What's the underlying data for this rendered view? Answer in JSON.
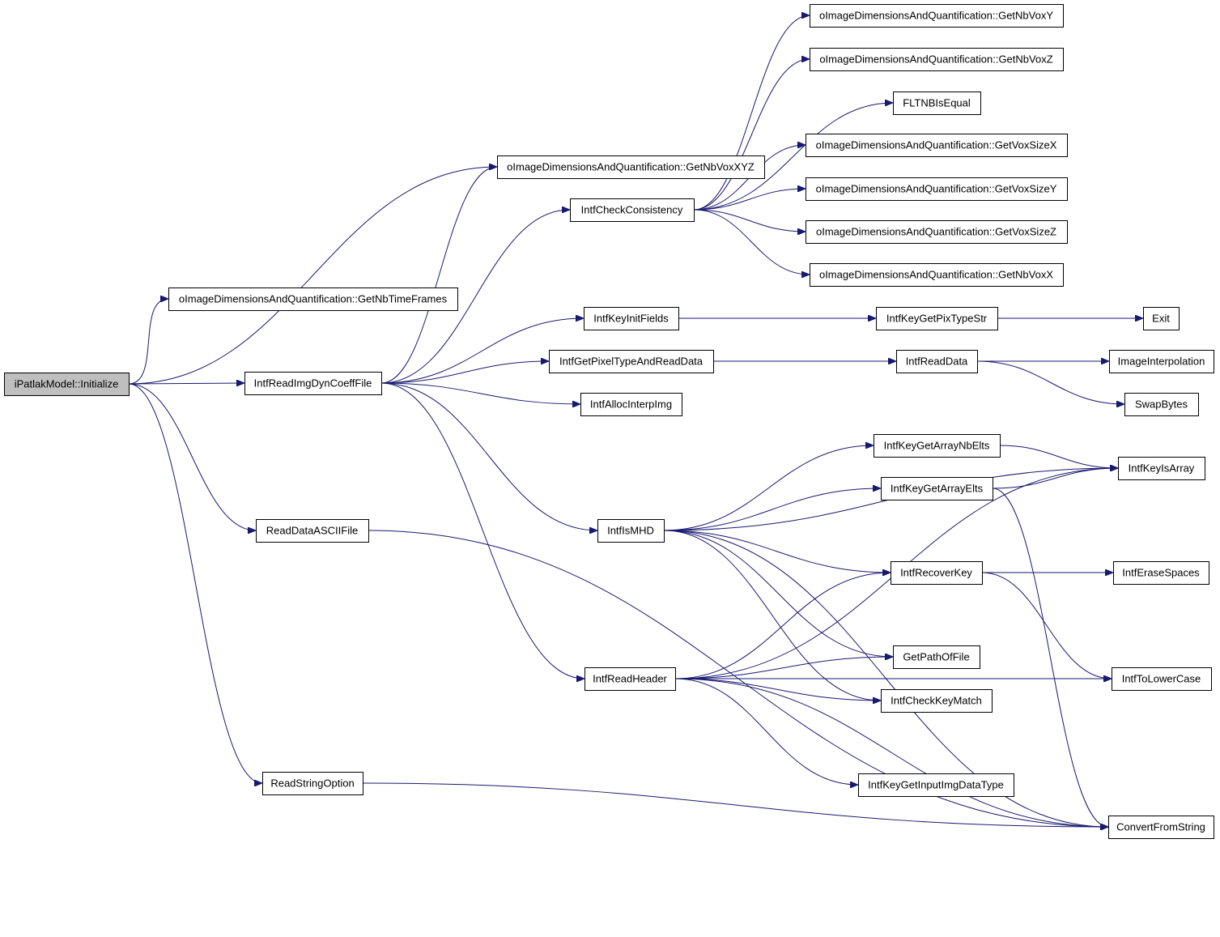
{
  "colors": {
    "edge": "#191970",
    "root_fill": "#bfbfbf",
    "node_fill": "#ffffff",
    "node_border": "#000000"
  },
  "nodes": [
    {
      "id": "root",
      "label": "iPatlakModel::Initialize",
      "root": true
    },
    {
      "id": "gntf",
      "label": "oImageDimensionsAndQuantification::GetNbTimeFrames"
    },
    {
      "id": "gnxyz",
      "label": "oImageDimensionsAndQuantification::GetNbVoxXYZ"
    },
    {
      "id": "rdcf",
      "label": "IntfReadImgDynCoeffFile"
    },
    {
      "id": "rdaf",
      "label": "ReadDataASCIIFile"
    },
    {
      "id": "rso",
      "label": "ReadStringOption"
    },
    {
      "id": "icc",
      "label": "IntfCheckConsistency"
    },
    {
      "id": "gny",
      "label": "oImageDimensionsAndQuantification::GetNbVoxY"
    },
    {
      "id": "gnz",
      "label": "oImageDimensionsAndQuantification::GetNbVoxZ"
    },
    {
      "id": "flt",
      "label": "FLTNBIsEqual"
    },
    {
      "id": "gvx",
      "label": "oImageDimensionsAndQuantification::GetVoxSizeX"
    },
    {
      "id": "gvy",
      "label": "oImageDimensionsAndQuantification::GetVoxSizeY"
    },
    {
      "id": "gvz",
      "label": "oImageDimensionsAndQuantification::GetVoxSizeZ"
    },
    {
      "id": "gnx",
      "label": "oImageDimensionsAndQuantification::GetNbVoxX"
    },
    {
      "id": "kif",
      "label": "IntfKeyInitFields"
    },
    {
      "id": "kgp",
      "label": "IntfKeyGetPixTypeStr"
    },
    {
      "id": "exit",
      "label": "Exit"
    },
    {
      "id": "gptr",
      "label": "IntfGetPixelTypeAndReadData"
    },
    {
      "id": "rd",
      "label": "IntfReadData"
    },
    {
      "id": "ii",
      "label": "ImageInterpolation"
    },
    {
      "id": "sb",
      "label": "SwapBytes"
    },
    {
      "id": "aii",
      "label": "IntfAllocInterpImg"
    },
    {
      "id": "mhd",
      "label": "IntfIsMHD"
    },
    {
      "id": "rh",
      "label": "IntfReadHeader"
    },
    {
      "id": "kgan",
      "label": "IntfKeyGetArrayNbElts"
    },
    {
      "id": "kgae",
      "label": "IntfKeyGetArrayElts"
    },
    {
      "id": "kia",
      "label": "IntfKeyIsArray"
    },
    {
      "id": "rk",
      "label": "IntfRecoverKey"
    },
    {
      "id": "es",
      "label": "IntfEraseSpaces"
    },
    {
      "id": "gpf",
      "label": "GetPathOfFile"
    },
    {
      "id": "tlc",
      "label": "IntfToLowerCase"
    },
    {
      "id": "ckm",
      "label": "IntfCheckKeyMatch"
    },
    {
      "id": "kgi",
      "label": "IntfKeyGetInputImgDataType"
    },
    {
      "id": "cfs",
      "label": "ConvertFromString"
    }
  ],
  "edges": [
    [
      "root",
      "gntf"
    ],
    [
      "root",
      "gnxyz"
    ],
    [
      "root",
      "rdcf"
    ],
    [
      "root",
      "rdaf"
    ],
    [
      "root",
      "rso"
    ],
    [
      "rdcf",
      "gnxyz"
    ],
    [
      "rdcf",
      "icc"
    ],
    [
      "rdcf",
      "kif"
    ],
    [
      "rdcf",
      "gptr"
    ],
    [
      "rdcf",
      "aii"
    ],
    [
      "rdcf",
      "mhd"
    ],
    [
      "rdcf",
      "rh"
    ],
    [
      "icc",
      "gny"
    ],
    [
      "icc",
      "gnz"
    ],
    [
      "icc",
      "flt"
    ],
    [
      "icc",
      "gvx"
    ],
    [
      "icc",
      "gvy"
    ],
    [
      "icc",
      "gvz"
    ],
    [
      "icc",
      "gnx"
    ],
    [
      "kif",
      "kgp"
    ],
    [
      "kgp",
      "exit"
    ],
    [
      "gptr",
      "rd"
    ],
    [
      "rd",
      "ii"
    ],
    [
      "rd",
      "sb"
    ],
    [
      "mhd",
      "kia"
    ],
    [
      "mhd",
      "kgan"
    ],
    [
      "mhd",
      "kgae"
    ],
    [
      "mhd",
      "rk"
    ],
    [
      "mhd",
      "gpf"
    ],
    [
      "mhd",
      "ckm"
    ],
    [
      "mhd",
      "cfs"
    ],
    [
      "kgan",
      "kia"
    ],
    [
      "kgae",
      "kia"
    ],
    [
      "kgae",
      "cfs"
    ],
    [
      "rk",
      "es"
    ],
    [
      "rk",
      "tlc"
    ],
    [
      "rh",
      "kia"
    ],
    [
      "rh",
      "rk"
    ],
    [
      "rh",
      "gpf"
    ],
    [
      "rh",
      "ckm"
    ],
    [
      "rh",
      "tlc"
    ],
    [
      "rh",
      "kgi"
    ],
    [
      "rh",
      "cfs"
    ],
    [
      "rdaf",
      "cfs"
    ],
    [
      "rso",
      "cfs"
    ]
  ]
}
